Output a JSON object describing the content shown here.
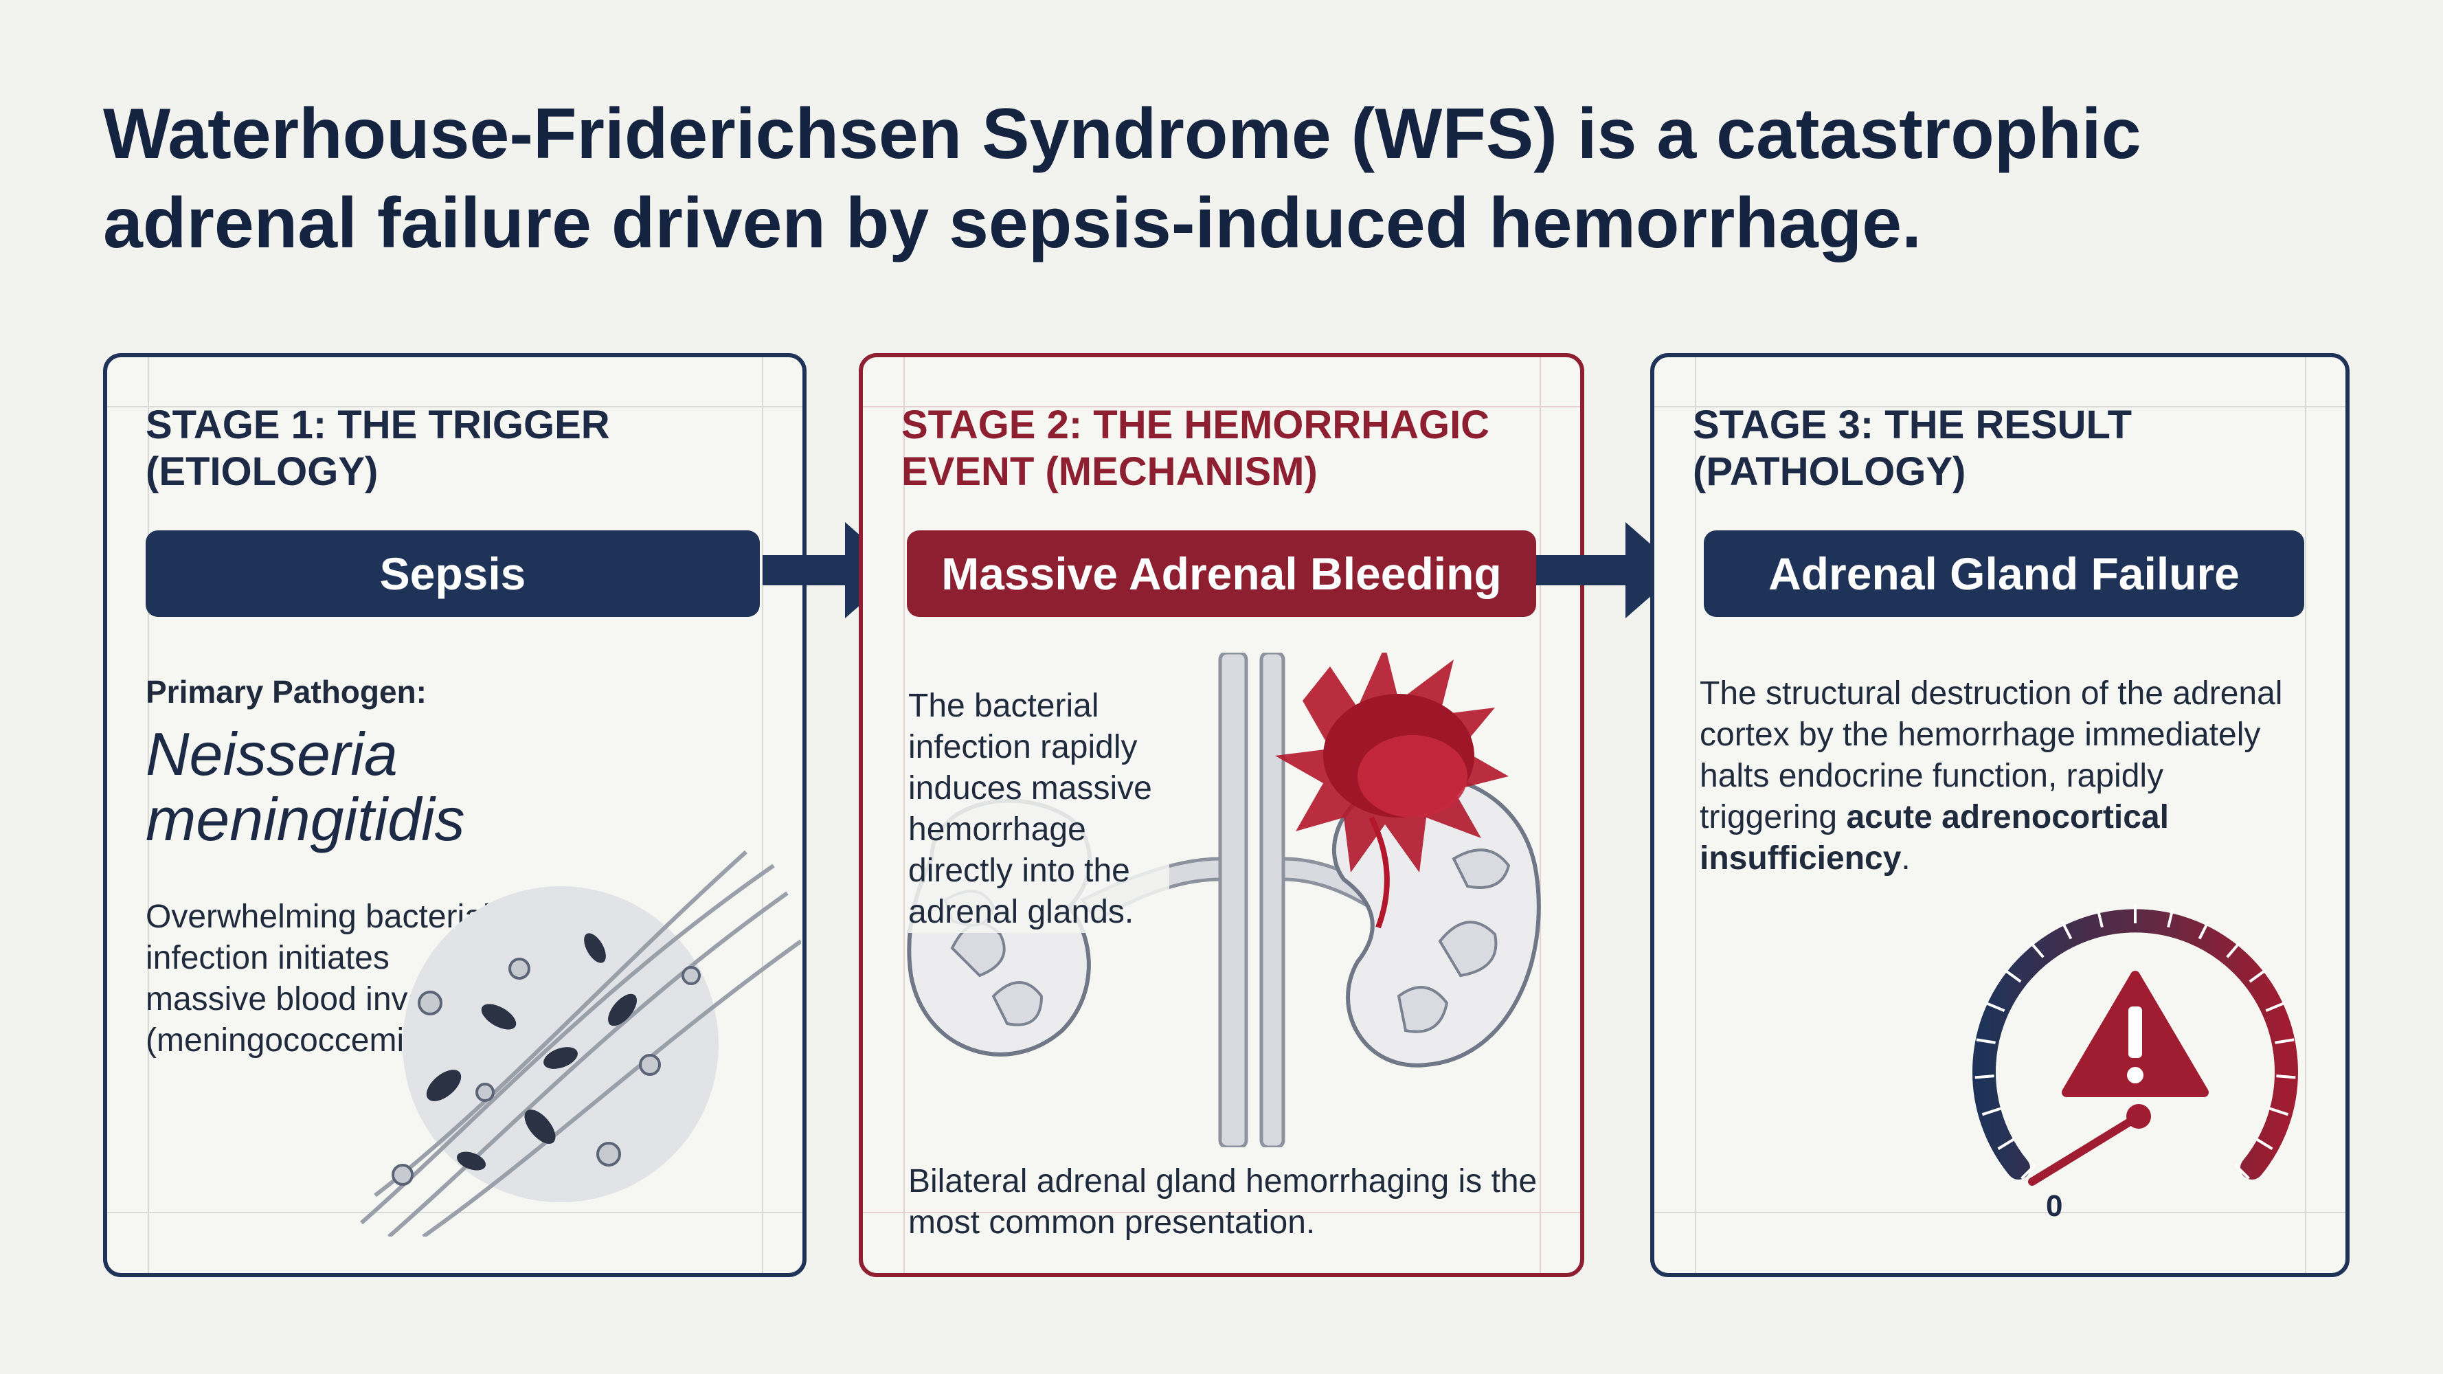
{
  "title": "Waterhouse-Friderichsen Syndrome (WFS) is a catastrophic adrenal failure driven by sepsis-induced hemorrhage.",
  "stages": [
    {
      "heading": "STAGE 1: THE TRIGGER\n(ETIOLOGY)",
      "pill": "Sepsis",
      "pathogen_label": "Primary Pathogen:",
      "pathogen_name": "Neisseria meningitidis",
      "description": "Overwhelming bacterial infection initiates massive blood invasion (meningococcemia)."
    },
    {
      "heading": "STAGE 2: THE HEMORRHAGIC\nEVENT (MECHANISM)",
      "pill": "Massive Adrenal Bleeding",
      "description": "The bacterial infection rapidly induces massive hemorrhage directly into the adrenal glands.",
      "footer": "Bilateral adrenal gland hemorrhaging is the most common presentation."
    },
    {
      "heading": "STAGE 3: THE RESULT\n(PATHOLOGY)",
      "pill": "Adrenal Gland Failure",
      "description_prefix": "The structural destruction of the adrenal cortex by the hemorrhage immediately halts endocrine function, rapidly triggering ",
      "description_bold": "acute adrenocortical insufficiency",
      "description_suffix": ".",
      "gauge_label": "0"
    }
  ],
  "icons": {
    "arrow_1": "arrow-right-icon",
    "arrow_2": "arrow-right-icon",
    "warning": "warning-triangle-icon"
  },
  "colors": {
    "navy": "#1f3358",
    "crimson": "#8e1f31",
    "background": "#f2f2ef"
  }
}
